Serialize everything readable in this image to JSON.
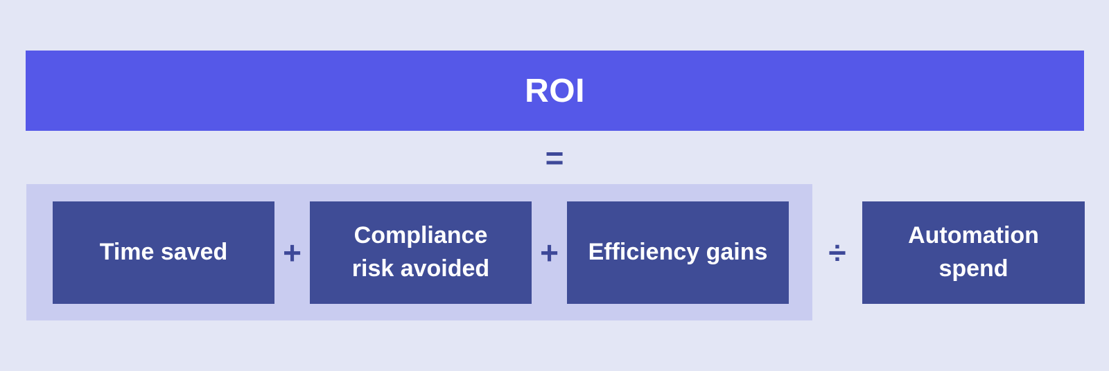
{
  "diagram": {
    "title": "ROI",
    "equals_symbol": "=",
    "plus_symbol": "+",
    "divide_symbol": "÷",
    "numerator_terms": [
      "Time saved",
      "Compliance risk avoided",
      "Efficiency gains"
    ],
    "denominator_term": "Automation spend"
  },
  "colors": {
    "background": "#e3e6f5",
    "banner": "#5558e8",
    "term_box": "#3f4c96",
    "numerator_group": "#c9ccf0",
    "operator": "#3e4999",
    "text_on_dark": "#ffffff"
  }
}
